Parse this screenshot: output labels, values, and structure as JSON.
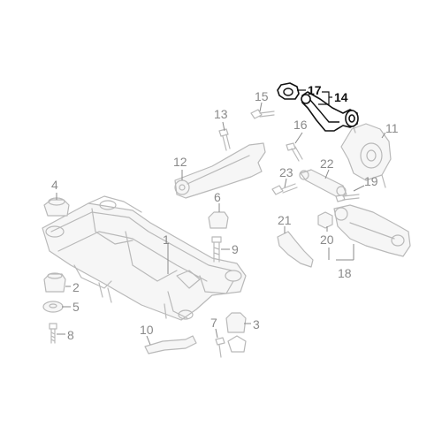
{
  "callouts": [
    {
      "id": "c1",
      "text": "1",
      "highlighted": false
    },
    {
      "id": "c2",
      "text": "2",
      "highlighted": false
    },
    {
      "id": "c3",
      "text": "3",
      "highlighted": false
    },
    {
      "id": "c4",
      "text": "4",
      "highlighted": false
    },
    {
      "id": "c5",
      "text": "5",
      "highlighted": false
    },
    {
      "id": "c6",
      "text": "6",
      "highlighted": false
    },
    {
      "id": "c7",
      "text": "7",
      "highlighted": false
    },
    {
      "id": "c8",
      "text": "8",
      "highlighted": false
    },
    {
      "id": "c9",
      "text": "9",
      "highlighted": false
    },
    {
      "id": "c10",
      "text": "10",
      "highlighted": false
    },
    {
      "id": "c11",
      "text": "11",
      "highlighted": false
    },
    {
      "id": "c12",
      "text": "12",
      "highlighted": false
    },
    {
      "id": "c13",
      "text": "13",
      "highlighted": false
    },
    {
      "id": "c14",
      "text": "14",
      "highlighted": true
    },
    {
      "id": "c15",
      "text": "15",
      "highlighted": false
    },
    {
      "id": "c16",
      "text": "16",
      "highlighted": false
    },
    {
      "id": "c17",
      "text": "17",
      "highlighted": true
    },
    {
      "id": "c18",
      "text": "18",
      "highlighted": false
    },
    {
      "id": "c19",
      "text": "19",
      "highlighted": false
    },
    {
      "id": "c20",
      "text": "20",
      "highlighted": false
    },
    {
      "id": "c21",
      "text": "21",
      "highlighted": false
    },
    {
      "id": "c22",
      "text": "22",
      "highlighted": false
    },
    {
      "id": "c23",
      "text": "23",
      "highlighted": false
    }
  ],
  "colors": {
    "background": "#ffffff",
    "part_line": "#b9b9b9",
    "callout_text": "#8a8a8a",
    "highlight": "#111111"
  }
}
